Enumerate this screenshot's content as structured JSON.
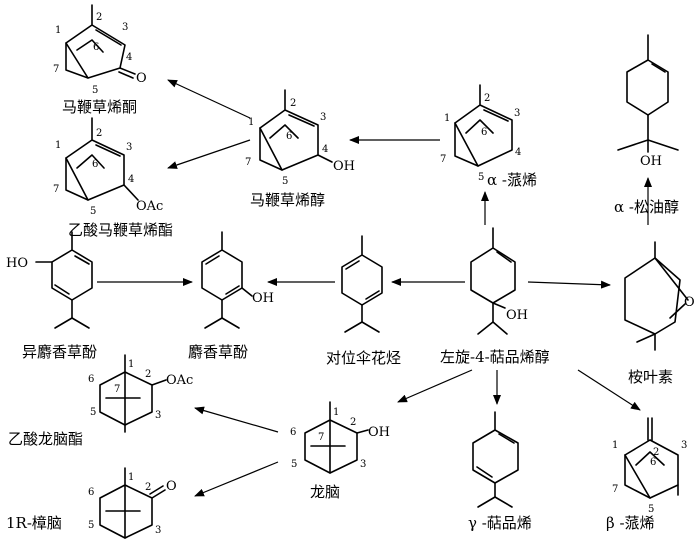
{
  "compounds": {
    "verbenone": "马鞭草烯酮",
    "verbenol": "马鞭草烯醇",
    "verbenyl_acetate": "乙酸马鞭草烯酯",
    "alpha_pinene": "α -蒎烯",
    "alpha_terpineol": "α -松油醇",
    "isothymol": "异麝香草酚",
    "thymol": "麝香草酚",
    "p_cymene": "对位伞花烃",
    "terpinen_4_ol": "左旋-4-萜品烯醇",
    "cineole": "桉叶素",
    "bornyl_acetate": "乙酸龙脑酯",
    "borneol": "龙脑",
    "gamma_terpinene": "γ -萜品烯",
    "beta_pinene": "β -蒎烯",
    "camphor": "1R-樟脑"
  },
  "atoms": {
    "oxygen": "O",
    "hydroxyl": "OH",
    "hydroxyl_left": "HO",
    "acetate": "OAc"
  },
  "locants": {
    "n1": "1",
    "n2": "2",
    "n3": "3",
    "n4": "4",
    "n5": "5",
    "n6": "6",
    "n7": "7"
  }
}
